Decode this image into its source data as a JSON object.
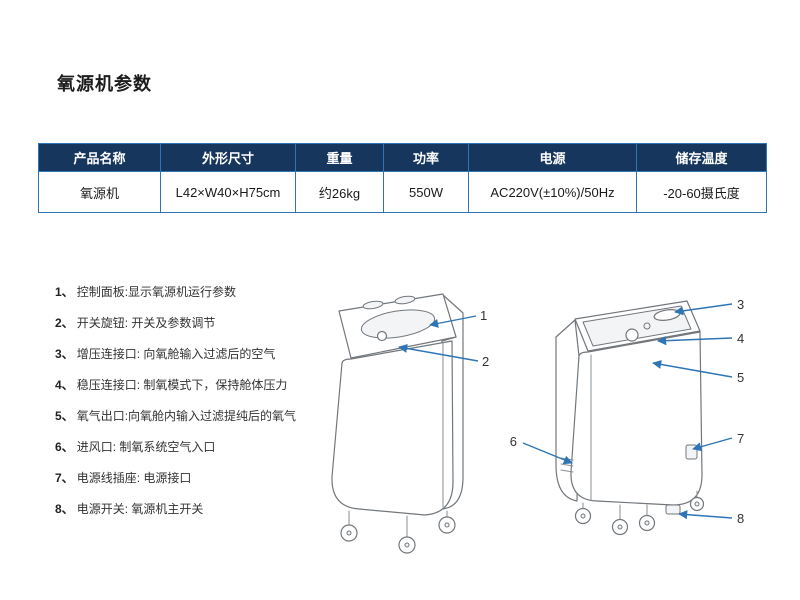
{
  "page": {
    "title": "氧源机参数"
  },
  "table": {
    "headers": [
      "产品名称",
      "外形尺寸",
      "重量",
      "功率",
      "电源",
      "储存温度"
    ],
    "rows": [
      [
        "氧源机",
        "L42×W40×H75cm",
        "约26kg",
        "550W",
        "AC220V(±10%)/50Hz",
        "-20-60摄氏度"
      ]
    ]
  },
  "legend": {
    "items": [
      {
        "num": "1、",
        "text": "控制面板:显示氧源机运行参数"
      },
      {
        "num": "2、",
        "text": "开关旋钮: 开关及参数调节"
      },
      {
        "num": "3、",
        "text": "增压连接口: 向氧舱输入过滤后的空气"
      },
      {
        "num": "4、",
        "text": "稳压连接口: 制氧模式下，保持舱体压力"
      },
      {
        "num": "5、",
        "text": "氧气出口:向氧舱内输入过滤提纯后的氧气"
      },
      {
        "num": "6、",
        "text": "进风口: 制氧系统空气入口"
      },
      {
        "num": "7、",
        "text": "电源线插座: 电源接口"
      },
      {
        "num": "8、",
        "text": "电源开关: 氧源机主开关"
      }
    ]
  },
  "callouts": {
    "c1": "1",
    "c2": "2",
    "c3": "3",
    "c4": "4",
    "c5": "5",
    "c6": "6",
    "c7": "7",
    "c8": "8"
  },
  "colors": {
    "header_bg": "#17365d",
    "table_border": "#2e75b6",
    "callout_arrow": "#2e75b6"
  }
}
